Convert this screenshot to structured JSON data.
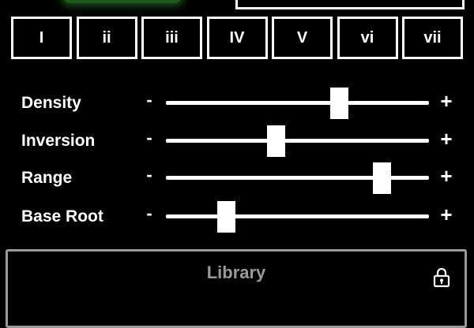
{
  "chord_buttons": [
    "I",
    "ii",
    "iii",
    "IV",
    "V",
    "vi",
    "vii"
  ],
  "sliders": [
    {
      "label": "Density",
      "minus": "-",
      "plus": "+",
      "value": 0.66
    },
    {
      "label": "Inversion",
      "minus": "-",
      "plus": "+",
      "value": 0.42
    },
    {
      "label": "Range",
      "minus": "-",
      "plus": "+",
      "value": 0.82
    },
    {
      "label": "Base Root",
      "minus": "-",
      "plus": "+",
      "value": 0.23
    }
  ],
  "library": {
    "title": "Library",
    "lock_icon": "lock-icon"
  },
  "colors": {
    "background": "#000000",
    "foreground": "#ffffff",
    "muted": "#9a9a9a",
    "accent_green": "#1d5a1d"
  }
}
